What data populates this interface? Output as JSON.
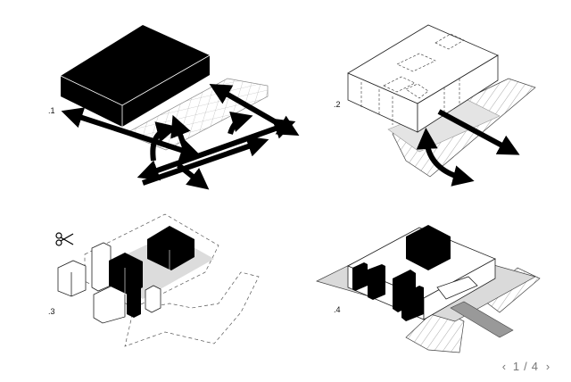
{
  "diagrams": [
    {
      "label": ".1"
    },
    {
      "label": ".2"
    },
    {
      "label": ".3"
    },
    {
      "label": ".4"
    }
  ],
  "pager": {
    "prev_icon": "chevron-left-icon",
    "next_icon": "chevron-right-icon",
    "current": "1",
    "separator": "/",
    "total": "4"
  }
}
